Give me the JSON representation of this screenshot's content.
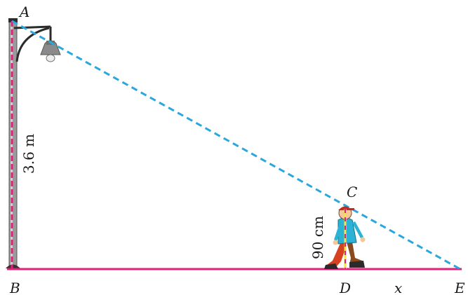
{
  "points": {
    "A": "A",
    "B": "B",
    "C": "C",
    "D": "D",
    "E": "E"
  },
  "labels": {
    "pole_height": "3.6 m",
    "person_height": "90 cm",
    "shadow_length": "x"
  },
  "colors": {
    "ground_line": "#e0207a",
    "height_line": "#e0207a",
    "light_ray": "#2aa7dc",
    "pole": "#8c8c8c"
  }
}
